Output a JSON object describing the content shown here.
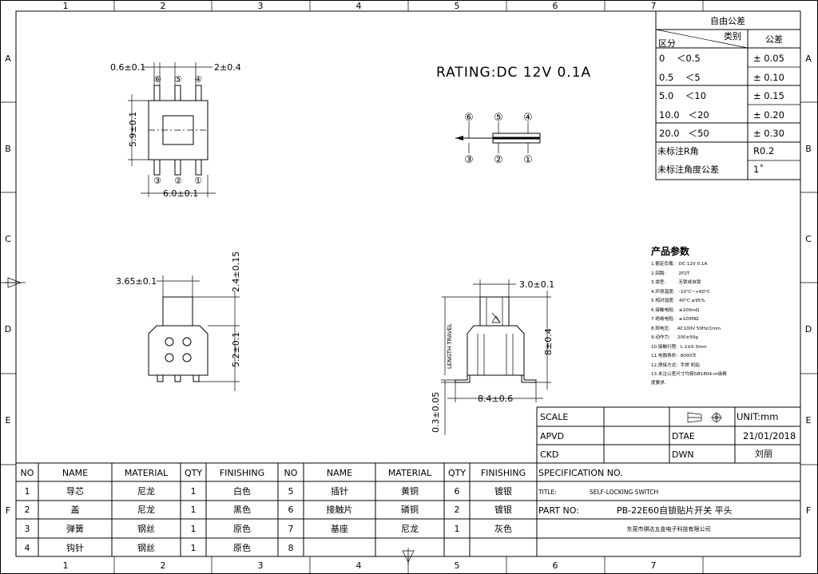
{
  "border": {
    "col_numbers": [
      "1",
      "2",
      "3",
      "4",
      "5",
      "6",
      "7"
    ],
    "row_letters": [
      "A",
      "B",
      "C",
      "D",
      "E",
      "F"
    ]
  },
  "rating": "RATING:DC 12V 0.1A",
  "top_view": {
    "dim_lead": "0.6±0.1",
    "dim_pitch": "2±0.4",
    "dim_height": "5.9±0.1",
    "dim_width": "6.0±0.1",
    "pins_top": [
      "⑥",
      "⑤",
      "④"
    ],
    "pins_bottom": [
      "③",
      "②",
      "①"
    ]
  },
  "schematic": {
    "pins_top": [
      "⑥",
      "⑤",
      "④"
    ],
    "pins_bottom": [
      "③",
      "②",
      "①"
    ]
  },
  "front_view": {
    "dim_knob": "3.65±0.1",
    "dim_knob_h": "2.4±0.15",
    "dim_body_h": "5.2±0.1"
  },
  "side_view": {
    "dim_top": "3.0±0.1",
    "dim_h": "8±0.4",
    "dim_w": "8.4±0.6",
    "dim_foot": "0.3±0.05",
    "travel": "LENGTH TRAVEL"
  },
  "tolerance": {
    "title": "自由公差",
    "col_type": "类别",
    "col_range": "区分",
    "col_tol": "公差",
    "rows": [
      {
        "range": "0    ＜0.5",
        "tol": "± 0.05"
      },
      {
        "range": "0.5    ＜5",
        "tol": "± 0.10"
      },
      {
        "range": "5.0    ＜10",
        "tol": "± 0.15"
      },
      {
        "range": "10.0   ＜20",
        "tol": "± 0.20"
      },
      {
        "range": "20.0   ＜50",
        "tol": "± 0.30"
      }
    ],
    "r_label": "未标注R角",
    "r_val": "R0.2",
    "ang_label": "未标注角度公差",
    "ang_val": "1˚"
  },
  "params": {
    "title": "产品参数",
    "items": [
      "1.额定负载:   DC 12V 0.1A",
      "2.回路:         2P2T",
      "3.类型:         无锁或自锁",
      "4.环境温度:   -10°C~+60°C",
      "5.相对湿度:   40°C ≤95%",
      "6.接触电阻:   ≤100mΩ",
      "7.绝缘电阻:   ≥100MΩ",
      "8.耐电压:     AC100V 50Hz/1min",
      "9.动作力:     200±50g",
      "10.接触行程:  L 2±0.3mm",
      "11.电器寿命:  8000次",
      "12.焊接方式:  手焊 机贴",
      "13.未注公差尺寸均按GB1804-m级精",
      "度要求."
    ]
  },
  "title_block": {
    "scale_label": "SCALE",
    "unit": "UNIT:mm",
    "apvd_label": "APVD",
    "date_label": "DTAE",
    "date": "21/01/2018",
    "ckd_label": "CKD",
    "dwn_label": "DWN",
    "dwn": "刘丽",
    "spec_label": "SPECIFICATION NO.",
    "title_label": "TITLE:",
    "title_value": "SELF-LOCKING SWITCH",
    "part_label": "PART NO:",
    "part_value": "PB-22E60自锁贴片开关 平头",
    "company": "东莞市骐达五金电子科技有限公司"
  },
  "bom": {
    "headers": [
      "NO",
      "NAME",
      "MATERIAL",
      "QTY",
      "FINISHING",
      "NO",
      "NAME",
      "MATERIAL",
      "QTY",
      "FINISHING"
    ],
    "rows": [
      [
        "1",
        "导芯",
        "尼龙",
        "1",
        "白色",
        "5",
        "插针",
        "黄铜",
        "6",
        "镀银"
      ],
      [
        "2",
        "盖",
        "尼龙",
        "1",
        "黑色",
        "6",
        "接触片",
        "磷铜",
        "2",
        "镀银"
      ],
      [
        "3",
        "弹簧",
        "钢丝",
        "1",
        "原色",
        "7",
        "基座",
        "尼龙",
        "1",
        "灰色"
      ],
      [
        "4",
        "钩针",
        "钢丝",
        "1",
        "原色",
        "8",
        "",
        "",
        "",
        ""
      ]
    ]
  }
}
